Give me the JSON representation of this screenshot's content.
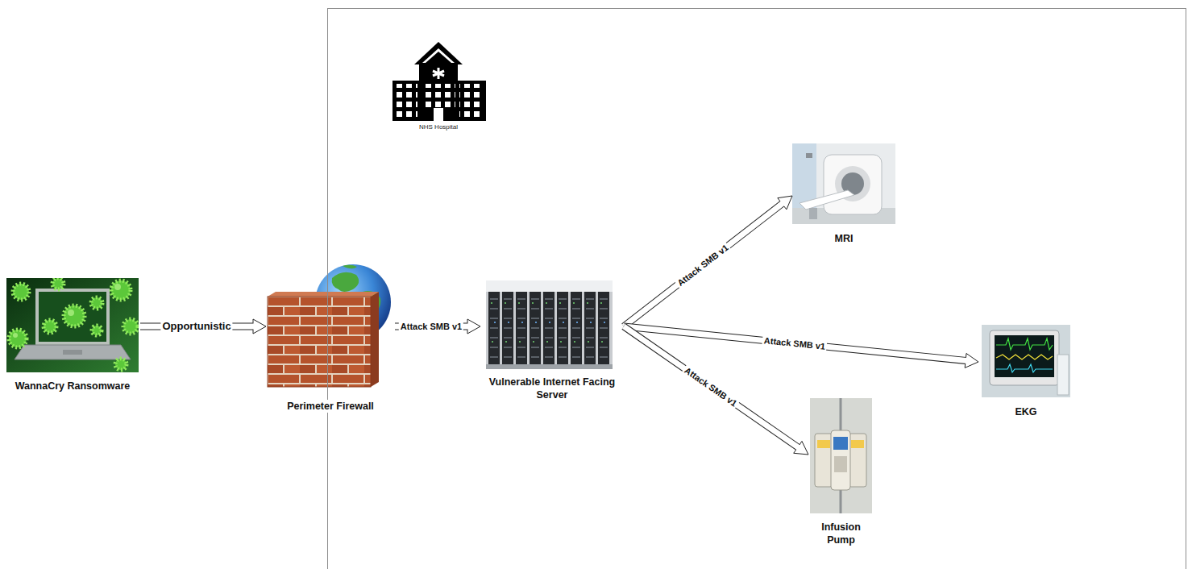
{
  "diagram": {
    "nodes": [
      {
        "text": [
          "WannaCry Ransomware"
        ]
      },
      {
        "text": [
          "Perimeter Firewall"
        ]
      },
      {
        "text": [
          "NHS Hospital"
        ]
      },
      {
        "text": [
          "Vulnerable Internet Facing Server"
        ],
        "in": 2
      },
      {
        "text": [
          "MRI"
        ],
        "in": 2
      },
      {
        "text": [
          "EKG"
        ],
        "in": 2
      },
      {
        "text": [
          "Infusion Pump"
        ],
        "in": 2
      }
    ],
    "edges": [
      {
        "from": 0,
        "to": 1,
        "label": "Opportunistic",
        "arrow": "to"
      },
      {
        "from": 1,
        "to": 3,
        "label": "Attack SMB v1",
        "arrow": "to"
      },
      {
        "from": 3,
        "to": 4,
        "label": "Attack SMB v1",
        "arrow": "to"
      },
      {
        "from": 3,
        "to": 5,
        "label": "Attack SMB v1",
        "arrow": "to"
      },
      {
        "from": 3,
        "to": 6,
        "label": "Attack SMB v1",
        "arrow": "to"
      }
    ]
  }
}
